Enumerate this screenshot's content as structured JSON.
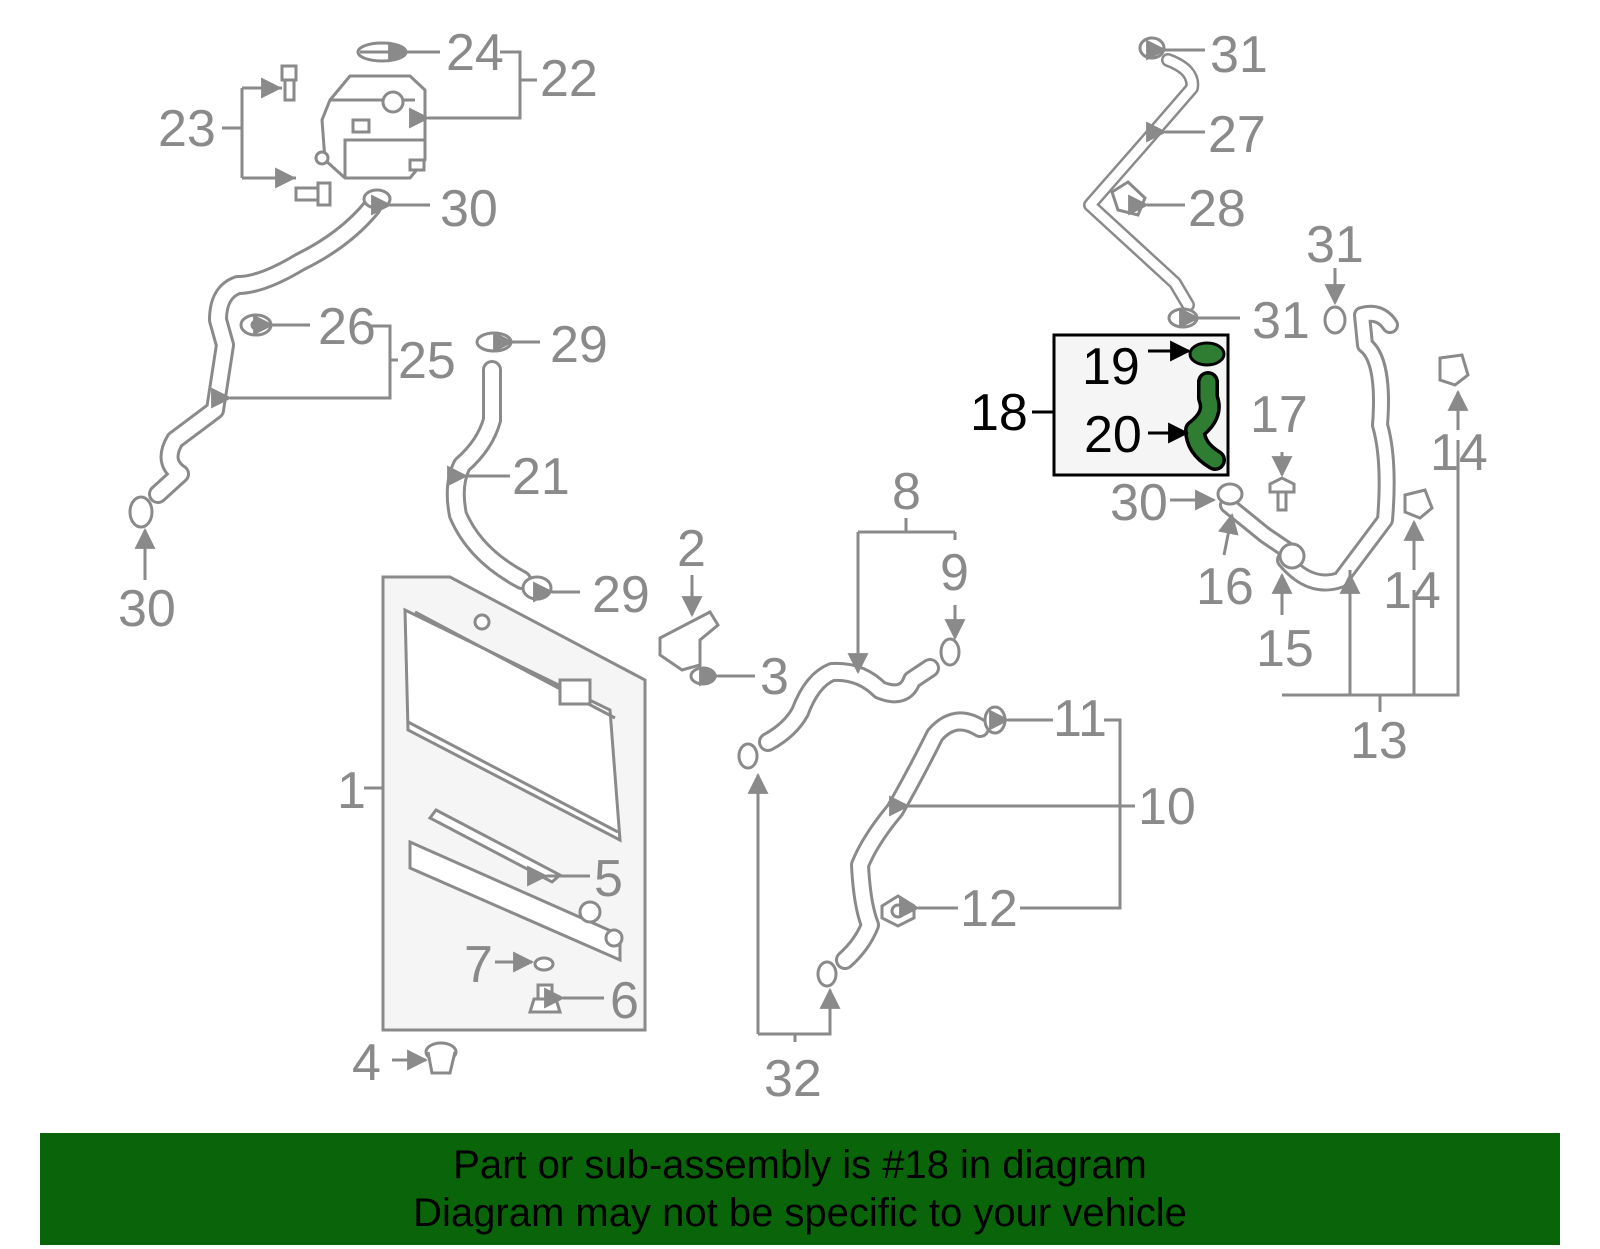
{
  "colors": {
    "line": "#8a8a8a",
    "highlight_part": "#2e7d32",
    "highlight_text": "#000000",
    "banner_bg": "#0a640a",
    "box_fill": "#f5f5f5"
  },
  "callouts": {
    "c1": "1",
    "c2": "2",
    "c3": "3",
    "c4": "4",
    "c5": "5",
    "c6": "6",
    "c7": "7",
    "c8": "8",
    "c9": "9",
    "c10": "10",
    "c11": "11",
    "c12": "12",
    "c13": "13",
    "c14a": "14",
    "c14b": "14",
    "c15": "15",
    "c16": "16",
    "c17": "17",
    "c18": "18",
    "c19": "19",
    "c20": "20",
    "c21": "21",
    "c22": "22",
    "c23": "23",
    "c24": "24",
    "c25": "25",
    "c26": "26",
    "c27": "27",
    "c28": "28",
    "c29a": "29",
    "c29b": "29",
    "c30a": "30",
    "c30b": "30",
    "c30c": "30",
    "c31a": "31",
    "c31b": "31",
    "c31c": "31",
    "c32": "32"
  },
  "banner": {
    "line1": "Part or sub-assembly is #18 in diagram",
    "line2": "Diagram may not be specific to your vehicle"
  }
}
